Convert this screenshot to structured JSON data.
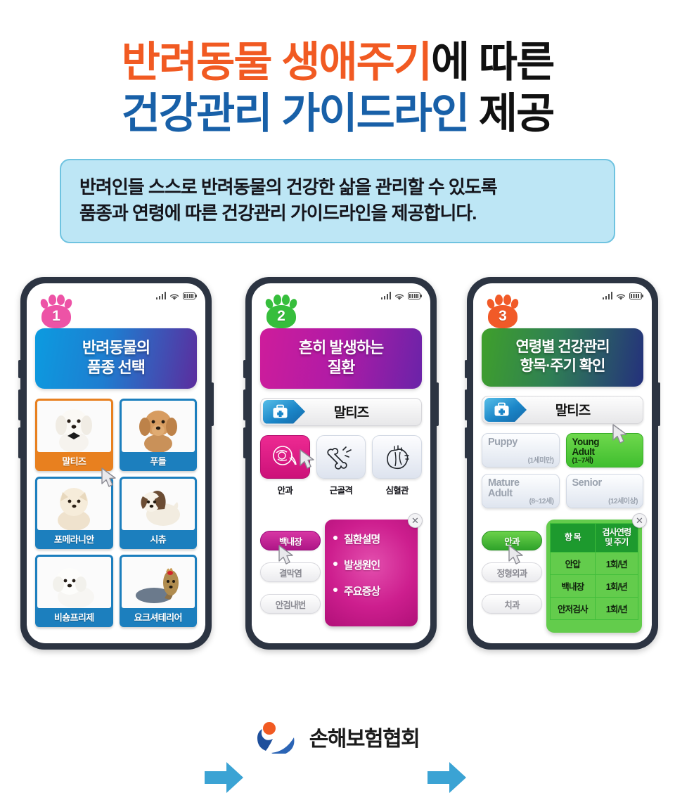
{
  "title": {
    "line1_highlight": "반려동물 생애주기",
    "line1_rest": "에 따른",
    "line2_highlight": "건강관리 가이드라인",
    "line2_rest": " 제공",
    "highlight_color_1": "#F15A22",
    "highlight_color_2": "#1860A8"
  },
  "subtitle": {
    "line1": "반려인들 스스로 반려동물의 건강한 삶을 관리할 수 있도록",
    "line2": "품종과 연령에 따른 건강관리 가이드라인을 제공합니다.",
    "bg_color": "#BDE6F5",
    "border_color": "#6FC3E0"
  },
  "arrows": {
    "icon": "arrow-right-icon",
    "color": "#3BA3D4"
  },
  "phone1": {
    "step_number": "1",
    "paw_color": "#ED53A6",
    "header_line1": "반려동물의",
    "header_line2": "품종 선택",
    "breeds": [
      {
        "label": "말티즈",
        "selected": true
      },
      {
        "label": "푸들",
        "selected": false
      },
      {
        "label": "포메라니안",
        "selected": false
      },
      {
        "label": "시츄",
        "selected": false
      },
      {
        "label": "비숑프리제",
        "selected": false
      },
      {
        "label": "요크셔테리어",
        "selected": false
      }
    ],
    "selected_color": "#E8801F",
    "unselected_color": "#1C7FBE"
  },
  "phone2": {
    "step_number": "2",
    "paw_color": "#36BE3C",
    "header_line1": "흔히 발생하는",
    "header_line2": "질환",
    "breed_tag": "말티즈",
    "categories": [
      {
        "label": "안과",
        "icon": "eye-anatomy-icon",
        "selected": true
      },
      {
        "label": "근골격",
        "icon": "bone-icon",
        "selected": false
      },
      {
        "label": "심혈관",
        "icon": "heart-icon",
        "selected": false
      }
    ],
    "diseases": [
      {
        "label": "백내장",
        "selected": true
      },
      {
        "label": "결막염",
        "selected": false
      },
      {
        "label": "안검내번",
        "selected": false
      }
    ],
    "popup_items": [
      "질환설명",
      "발생원인",
      "주요증상"
    ],
    "popup_color": "#CD1E8E",
    "close_label": "✕"
  },
  "phone3": {
    "step_number": "3",
    "paw_color": "#F15A28",
    "header_line1": "연령별 건강관리",
    "header_line2": "항목·주기 확인",
    "breed_tag": "말티즈",
    "age_groups": [
      {
        "name": "Puppy",
        "range": "(1세미만)",
        "selected": false
      },
      {
        "name": "Young\nAdult",
        "range": "(1~7세)",
        "selected": true
      },
      {
        "name": "Mature\nAdult",
        "range": "(8~12세)",
        "selected": false
      },
      {
        "name": "Senior",
        "range": "(12세이상)",
        "selected": false
      }
    ],
    "departments": [
      {
        "label": "안과",
        "selected": true
      },
      {
        "label": "정형외과",
        "selected": false
      },
      {
        "label": "치과",
        "selected": false
      }
    ],
    "table": {
      "headers": [
        "항 목",
        "검사연령\n및 주기"
      ],
      "rows": [
        [
          "안압",
          "1회/년"
        ],
        [
          "백내장",
          "1회/년"
        ],
        [
          "안저검사",
          "1회/년"
        ]
      ]
    },
    "table_header_color": "#1D9A2E",
    "table_body_color": "#63CC4C",
    "close_label": "✕"
  },
  "footer": {
    "org_name": "손해보험협회",
    "logo": "sonhae-logo-icon"
  }
}
